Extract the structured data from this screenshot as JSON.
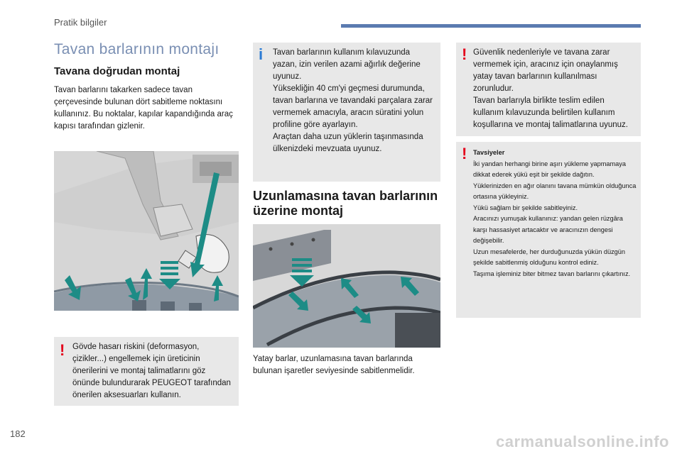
{
  "header": {
    "section_label": "Pratik bilgiler"
  },
  "page_title": "Tavan barlarının montajı",
  "section_direct": {
    "heading": "Tavana doğrudan montaj",
    "body": "Tavan barlarını takarken sadece tavan çerçevesinde bulunan dört sabitleme noktasını kullanınız. Bu noktalar, kapılar kapandığında araç kapısı tarafından gizlenir."
  },
  "warning_body_damage": {
    "icon": "exclamation-red",
    "text": "Gövde hasarı riskini (deformasyon, çizikler...) engellemek için üreticinin önerilerini ve montaj talimatlarını göz önünde bulundurarak PEUGEOT tarafından önerilen aksesuarları kullanın."
  },
  "info_usage": {
    "icon": "info-blue",
    "lines": [
      "Tavan barlarının kullanım kılavuzunda yazan, izin verilen azami ağırlık değerine uyunuz.",
      "Yüksekliğin 40 cm'yi geçmesi durumunda, tavan barlarına ve tavandaki parçalara zarar vermemek amacıyla, aracın süratini yolun profiline göre ayarlayın.",
      "Araçtan daha uzun yüklerin taşınmasında ülkenizdeki mevzuata uyunuz."
    ]
  },
  "section_longitudinal": {
    "heading": "Uzunlamasına tavan barlarının üzerine montaj",
    "caption": "Yatay barlar, uzunlamasına tavan barlarında bulunan işaretler seviyesinde sabitlenmelidir."
  },
  "warning_safety": {
    "icon": "exclamation-red",
    "lines": [
      "Güvenlik nedenleriyle ve tavana zarar vermemek için, aracınız için onaylanmış yatay tavan barlarının kullanılması zorunludur.",
      "Tavan barlarıyla birlikte teslim edilen kullanım kılavuzunda belirtilen kullanım koşullarına ve montaj talimatlarına uyunuz."
    ]
  },
  "advice": {
    "icon": "exclamation-red",
    "title": "Tavsiyeler",
    "lines": [
      "İki yandan herhangi birine aşırı yükleme yapmamaya dikkat ederek yükü eşit bir şekilde dağıtın.",
      "Yüklerinizden en ağır olanını tavana mümkün olduğunca ortasına yükleyiniz.",
      "Yükü sağlam bir şekilde sabitleyiniz.",
      "Aracınızı yumuşak kullanınız: yandan gelen rüzgâra karşı hassasiyet artacaktır ve aracınızın dengesi değişebilir.",
      "Uzun mesafelerde, her durduğunuzda yükün düzgün şekilde sabitlenmiş olduğunu kontrol ediniz.",
      "Taşıma işleminiz biter bitmez tavan barlarını çıkartınız."
    ]
  },
  "footer": {
    "page_number": "182",
    "watermark": "carmanualsonline.info"
  },
  "colors": {
    "accent": "#5b7bb0",
    "arrow": "#1d8c86",
    "warning": "#e3001b",
    "info": "#2a7bd4"
  }
}
